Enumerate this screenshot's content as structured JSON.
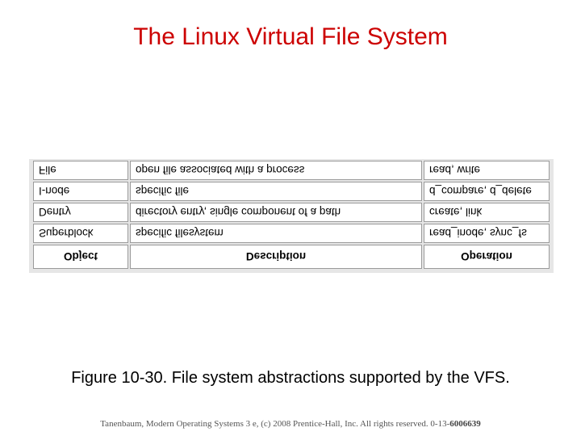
{
  "slide": {
    "title": "The Linux Virtual File System",
    "caption": "Figure 10-30. File system abstractions supported by the VFS.",
    "footer_text": "Tanenbaum, Modern Operating Systems 3 e, (c) 2008 Prentice-Hall, Inc. All rights reserved. 0-13-",
    "footer_isbn_bold": "6006639"
  },
  "table": {
    "headers": [
      "Object",
      "Description",
      "Operation"
    ],
    "rows": [
      [
        "Superblock",
        "specific filesystem",
        "read_inode, sync_fs"
      ],
      [
        "Dentry",
        "directory entry, single component of a path",
        "create, link"
      ],
      [
        "I-node",
        "specific file",
        "d_compare, d_delete"
      ],
      [
        "File",
        "open file associated with a process",
        "read, write"
      ]
    ]
  },
  "colors": {
    "title": "#cc0000",
    "text": "#000000",
    "footer": "#555555"
  }
}
